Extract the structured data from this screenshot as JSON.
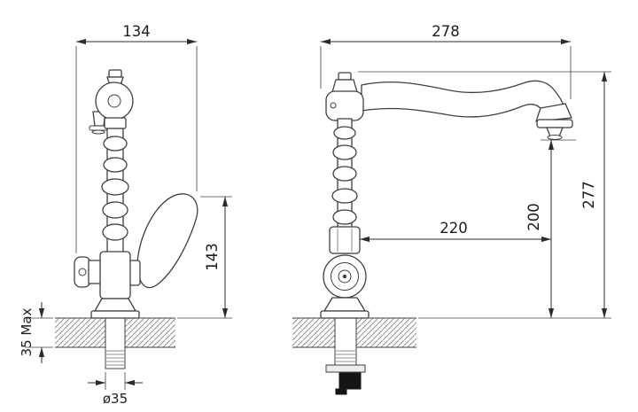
{
  "dims": {
    "front_width": "134",
    "front_height": "143",
    "counter_max": "35 Max",
    "hole_diameter": "ø35",
    "side_width": "278",
    "spout_reach": "220",
    "outlet_height": "200",
    "overall_height": "277"
  },
  "colors": {
    "line": "#3f3f3f",
    "dimension": "#2b2b2b",
    "hatch": "#909090",
    "nut": "#151515",
    "background": "#ffffff"
  }
}
